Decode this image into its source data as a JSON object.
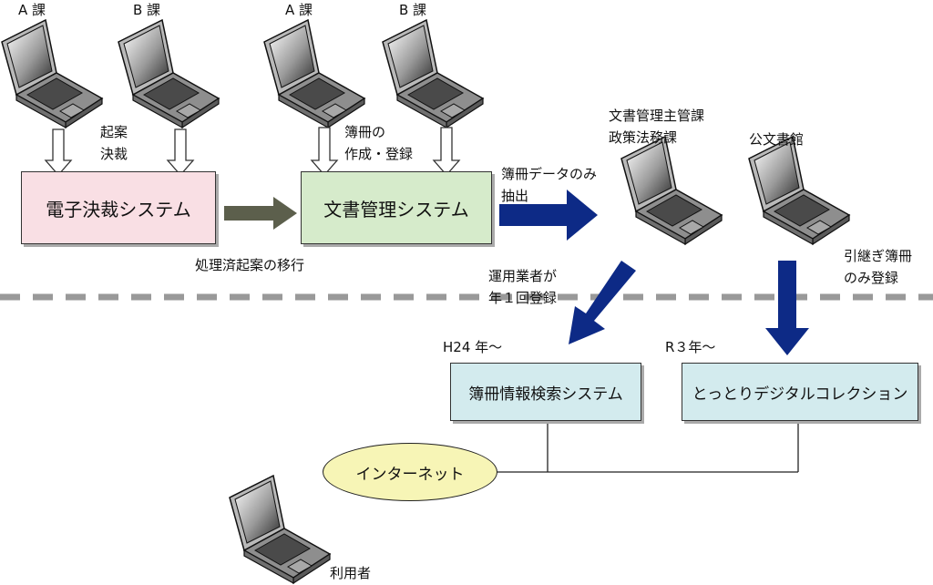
{
  "groups": {
    "decision_a": "A 課",
    "decision_b": "B 課",
    "document_a": "A 課",
    "document_b": "B 課"
  },
  "actions": {
    "kian": "起案",
    "kessai": "決裁",
    "bosatsu_line1": "簿冊の",
    "bosatsu_line2": "作成・登録",
    "extract_line1": "簿冊データのみ",
    "extract_line2": "抽出",
    "migrate": "処理済起案の移行",
    "vendor_line1": "運用業者が",
    "vendor_line2": "年１回登録",
    "archive_line1": "引継ぎ簿冊",
    "archive_line2": "のみ登録"
  },
  "systems": {
    "e_decision": "電子決裁システム",
    "document_mgmt": "文書管理システム",
    "search_system": "簿冊情報検索システム",
    "digital_collection": "とっとりデジタルコレクション",
    "internet": "インターネット"
  },
  "departments": {
    "policy_line1": "文書管理主管課",
    "policy_line2": "政策法務課",
    "archives": "公文書館",
    "user": "利用者"
  },
  "dates": {
    "search_since": "H24 年～",
    "collection_since": "R３年～"
  },
  "colors": {
    "dark_arrow": "#5c5f4c",
    "blue_arrow": "#0d2a86",
    "dashed_line": "#999999"
  }
}
